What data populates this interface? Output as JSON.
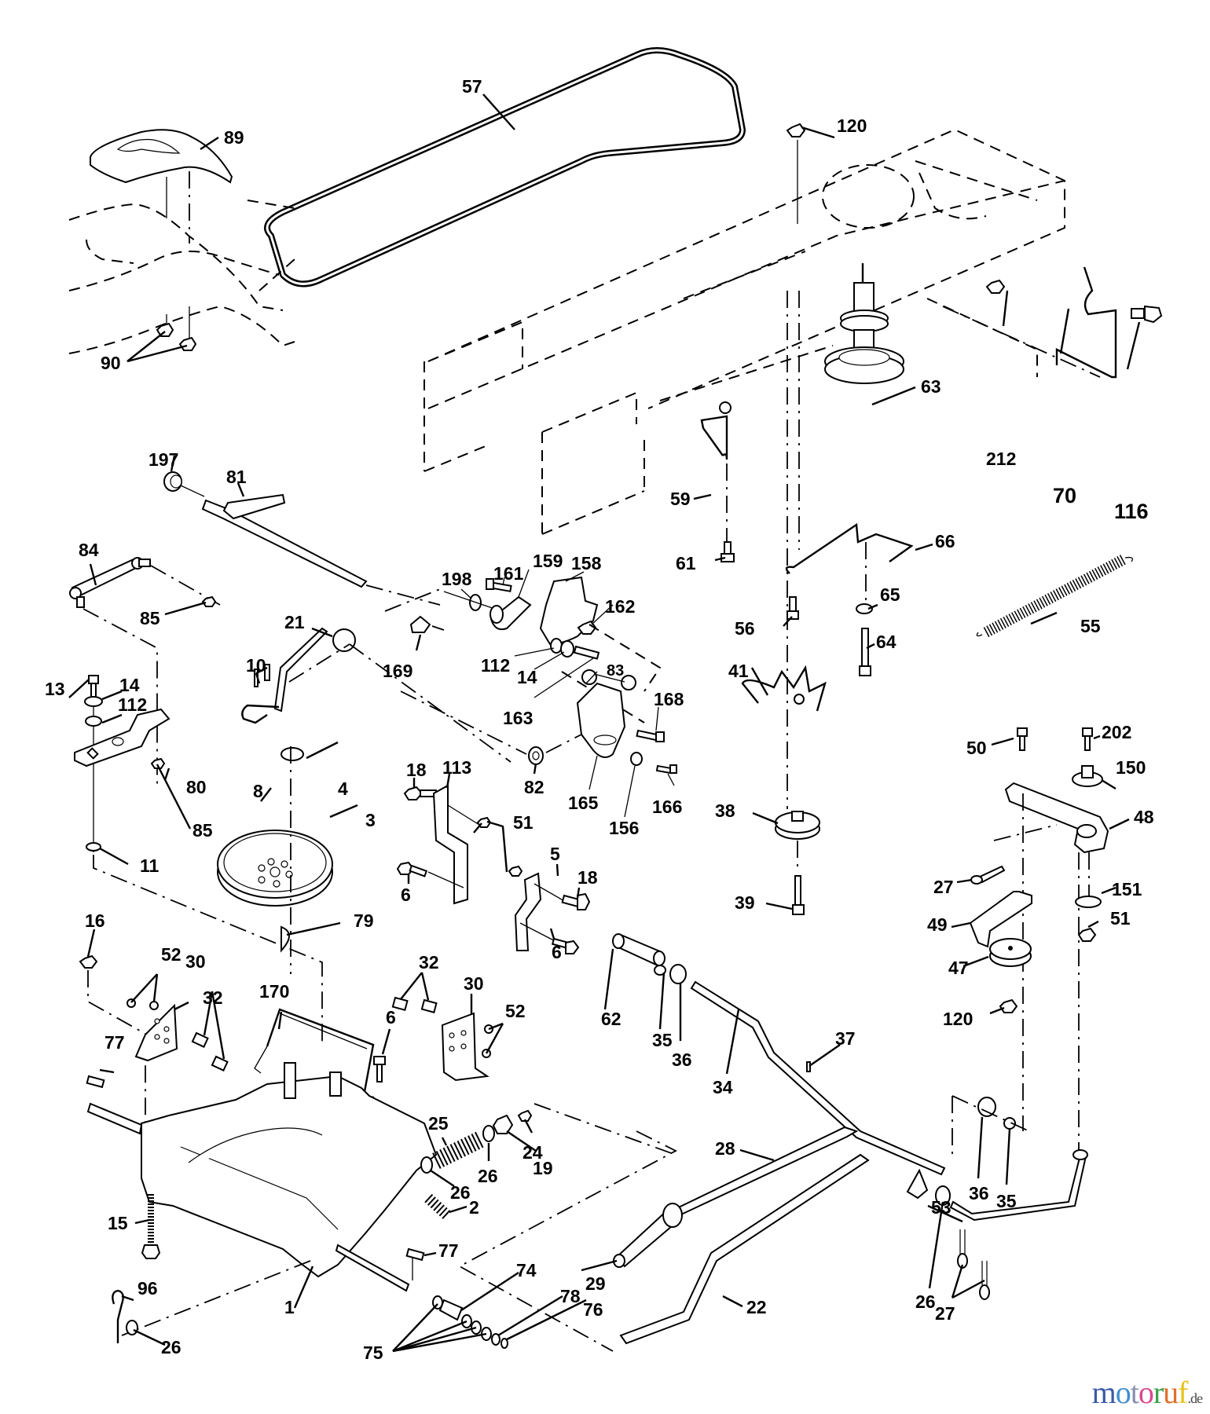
{
  "diagram": {
    "title": "Riding mower ground drive / transaxle parts diagram",
    "callouts": [
      {
        "id": "c57",
        "label": "57",
        "part": "drive belt"
      },
      {
        "id": "c89",
        "label": "89",
        "part": "shift lever cover"
      },
      {
        "id": "c90",
        "label": "90",
        "part": "nuts"
      },
      {
        "id": "c120a",
        "label": "120",
        "part": "nut"
      },
      {
        "id": "c63",
        "label": "63",
        "part": "engine pulley"
      },
      {
        "id": "c212",
        "label": "212",
        "part": "nut"
      },
      {
        "id": "c70",
        "label": "70",
        "part": "belt guide"
      },
      {
        "id": "c116",
        "label": "116",
        "part": "bolt"
      },
      {
        "id": "c59",
        "label": "59",
        "part": "belt keeper"
      },
      {
        "id": "c61",
        "label": "61",
        "part": "bolt"
      },
      {
        "id": "c66",
        "label": "66",
        "part": "belt guide"
      },
      {
        "id": "c197",
        "label": "197",
        "part": "bushing"
      },
      {
        "id": "c81",
        "label": "81",
        "part": "shaft"
      },
      {
        "id": "c84",
        "label": "84",
        "part": "rod"
      },
      {
        "id": "c85a",
        "label": "85",
        "part": "nut"
      },
      {
        "id": "c198",
        "label": "198",
        "part": "washer"
      },
      {
        "id": "c161",
        "label": "161",
        "part": "bolt"
      },
      {
        "id": "c159",
        "label": "159",
        "part": "bracket"
      },
      {
        "id": "c158",
        "label": "158",
        "part": "plate"
      },
      {
        "id": "c162",
        "label": "162",
        "part": "nut"
      },
      {
        "id": "c56",
        "label": "56",
        "part": "bolt"
      },
      {
        "id": "c65",
        "label": "65",
        "part": "washer"
      },
      {
        "id": "c64",
        "label": "64",
        "part": "bolt"
      },
      {
        "id": "c55",
        "label": "55",
        "part": "spring"
      },
      {
        "id": "c21",
        "label": "21",
        "part": "knob"
      },
      {
        "id": "c169",
        "label": "169",
        "part": "clip"
      },
      {
        "id": "c112a",
        "label": "112",
        "part": "washer"
      },
      {
        "id": "c14a",
        "label": "14",
        "part": "washer"
      },
      {
        "id": "c83",
        "label": "83",
        "part": "washer"
      },
      {
        "id": "c163",
        "label": "163",
        "part": "bolt"
      },
      {
        "id": "c41",
        "label": "41",
        "part": "belt guide"
      },
      {
        "id": "c13",
        "label": "13",
        "part": "bolt"
      },
      {
        "id": "c14b",
        "label": "14",
        "part": "washer"
      },
      {
        "id": "c112b",
        "label": "112",
        "part": "washer"
      },
      {
        "id": "c10",
        "label": "10",
        "part": "pins"
      },
      {
        "id": "c168",
        "label": "168",
        "part": "bolt"
      },
      {
        "id": "c80",
        "label": "80",
        "part": "bracket"
      },
      {
        "id": "c85b",
        "label": "85",
        "part": "nut"
      },
      {
        "id": "c8",
        "label": "8",
        "part": "shift lever"
      },
      {
        "id": "c18a",
        "label": "18",
        "part": "bolt"
      },
      {
        "id": "c113",
        "label": "113",
        "part": "bracket"
      },
      {
        "id": "c82",
        "label": "82",
        "part": "clip"
      },
      {
        "id": "c165",
        "label": "165",
        "part": "bracket"
      },
      {
        "id": "c166",
        "label": "166",
        "part": "screw"
      },
      {
        "id": "c156",
        "label": "156",
        "part": "washer"
      },
      {
        "id": "c50",
        "label": "50",
        "part": "bolt"
      },
      {
        "id": "c202",
        "label": "202",
        "part": "bolt"
      },
      {
        "id": "c150",
        "label": "150",
        "part": "spacer"
      },
      {
        "id": "c48",
        "label": "48",
        "part": "idler bracket"
      },
      {
        "id": "c4",
        "label": "4",
        "part": "retaining ring"
      },
      {
        "id": "c3",
        "label": "3",
        "part": "transaxle pulley"
      },
      {
        "id": "c51a",
        "label": "51",
        "part": "nut"
      },
      {
        "id": "c38",
        "label": "38",
        "part": "idler pulley"
      },
      {
        "id": "c11",
        "label": "11",
        "part": "washer"
      },
      {
        "id": "c5",
        "label": "5",
        "part": "bracket"
      },
      {
        "id": "c18b",
        "label": "18",
        "part": "bolt"
      },
      {
        "id": "c6a",
        "label": "6",
        "part": "bolt"
      },
      {
        "id": "c39",
        "label": "39",
        "part": "bolt"
      },
      {
        "id": "c27a",
        "label": "27",
        "part": "cotter pin"
      },
      {
        "id": "c151",
        "label": "151",
        "part": "washer"
      },
      {
        "id": "c51b",
        "label": "51",
        "part": "nut"
      },
      {
        "id": "c49",
        "label": "49",
        "part": "belt guide"
      },
      {
        "id": "c16",
        "label": "16",
        "part": "nut"
      },
      {
        "id": "c79",
        "label": "79",
        "part": "key"
      },
      {
        "id": "c6b",
        "label": "6",
        "part": "bolt"
      },
      {
        "id": "c47",
        "label": "47",
        "part": "idler pulley"
      },
      {
        "id": "c52a",
        "label": "52",
        "part": "nuts"
      },
      {
        "id": "c30a",
        "label": "30",
        "part": "bracket"
      },
      {
        "id": "c32a",
        "label": "32",
        "part": "bolts"
      },
      {
        "id": "c32b",
        "label": "32",
        "part": "bolts"
      },
      {
        "id": "c30b",
        "label": "30",
        "part": "bracket"
      },
      {
        "id": "c120b",
        "label": "120",
        "part": "nut"
      },
      {
        "id": "c170",
        "label": "170",
        "part": "rod"
      },
      {
        "id": "c52b",
        "label": "52",
        "part": "nuts"
      },
      {
        "id": "c62",
        "label": "62",
        "part": "bushing"
      },
      {
        "id": "c35a",
        "label": "35",
        "part": "bushing"
      },
      {
        "id": "c36a",
        "label": "36",
        "part": "washer"
      },
      {
        "id": "c6c",
        "label": "6",
        "part": "bolt"
      },
      {
        "id": "c77a",
        "label": "77",
        "part": "key"
      },
      {
        "id": "c34",
        "label": "34",
        "part": "shaft"
      },
      {
        "id": "c37",
        "label": "37",
        "part": "pin"
      },
      {
        "id": "c25",
        "label": "25",
        "part": "spring"
      },
      {
        "id": "c28",
        "label": "28",
        "part": "rod"
      },
      {
        "id": "c24",
        "label": "24",
        "part": "nut"
      },
      {
        "id": "c26a",
        "label": "26",
        "part": "washer"
      },
      {
        "id": "c19",
        "label": "19",
        "part": "nut"
      },
      {
        "id": "c26b",
        "label": "26",
        "part": "washer"
      },
      {
        "id": "c36b",
        "label": "36",
        "part": "washer"
      },
      {
        "id": "c35b",
        "label": "35",
        "part": "bushing"
      },
      {
        "id": "c2",
        "label": "2",
        "part": "spring"
      },
      {
        "id": "c15",
        "label": "15",
        "part": "bolt"
      },
      {
        "id": "c53",
        "label": "53",
        "part": "rod"
      },
      {
        "id": "c77b",
        "label": "77",
        "part": "key"
      },
      {
        "id": "c29",
        "label": "29",
        "part": "grip"
      },
      {
        "id": "c74",
        "label": "74",
        "part": "spacer"
      },
      {
        "id": "c96",
        "label": "96",
        "part": "hairpin clip"
      },
      {
        "id": "c78",
        "label": "78",
        "part": "washer"
      },
      {
        "id": "c76",
        "label": "76",
        "part": "retaining ring"
      },
      {
        "id": "c22",
        "label": "22",
        "part": "rod"
      },
      {
        "id": "c26c",
        "label": "26",
        "part": "washer"
      },
      {
        "id": "c1",
        "label": "1",
        "part": "transaxle"
      },
      {
        "id": "c26d",
        "label": "26",
        "part": "washer"
      },
      {
        "id": "c27b",
        "label": "27",
        "part": "cotter pins"
      },
      {
        "id": "c75",
        "label": "75",
        "part": "washers"
      }
    ]
  },
  "watermark": {
    "letters": [
      {
        "ch": "m",
        "color": "#3d5aa8"
      },
      {
        "ch": "o",
        "color": "#3f8fcf"
      },
      {
        "ch": "t",
        "color": "#8a8fb0"
      },
      {
        "ch": "o",
        "color": "#d9488f"
      },
      {
        "ch": "r",
        "color": "#3aa34a"
      },
      {
        "ch": "u",
        "color": "#e0702a"
      },
      {
        "ch": "f",
        "color": "#e8c21c"
      }
    ],
    "suffix": ".de"
  }
}
